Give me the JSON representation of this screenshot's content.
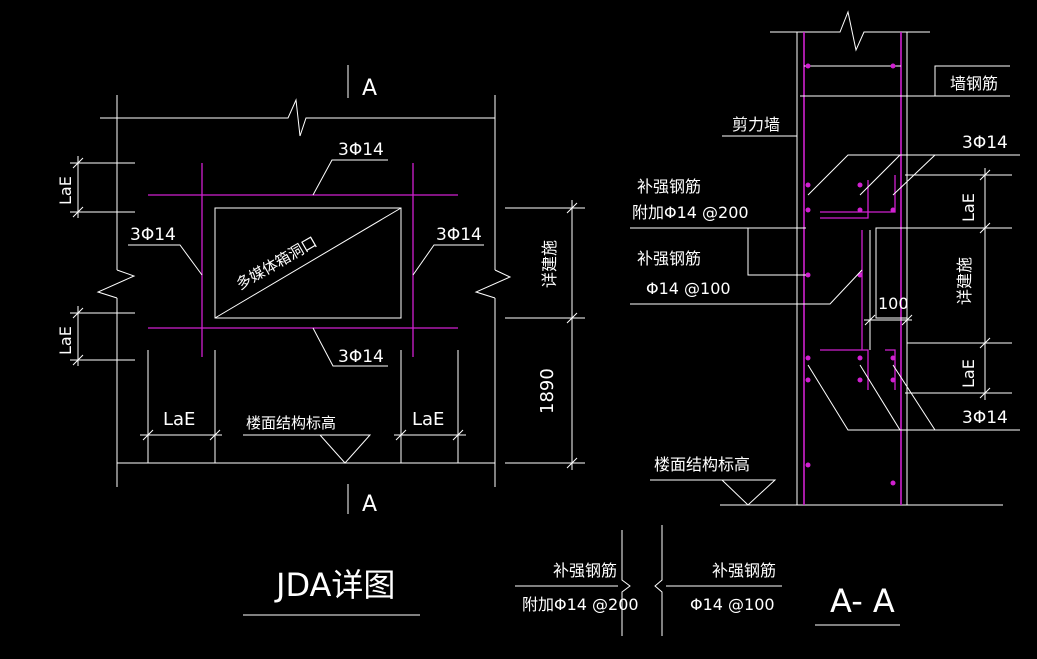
{
  "left_detail": {
    "section_mark_top": "A",
    "section_mark_bottom": "A",
    "bar_top": "3Φ14",
    "bar_bottom": "3Φ14",
    "bar_left": "3Φ14",
    "bar_right": "3Φ14",
    "opening_label": "多媒体箱洞口",
    "lae_left_upper": "LaE",
    "lae_left_lower": "LaE",
    "lae_bottom_left": "LaE",
    "lae_bottom_right": "LaE",
    "floor_label": "楼面结构标高",
    "dim_opening_height": "详建施",
    "dim_sill_height": "1890",
    "title": "JDA详图"
  },
  "section_aa": {
    "wall_rebar_label": "墙钢筋",
    "shear_wall_label": "剪力墙",
    "bar_top": "3Φ14",
    "bar_bottom": "3Φ14",
    "reinf_1_title": "补强钢筋",
    "reinf_1_spec": "附加Φ14 @200",
    "reinf_2_title": "补强钢筋",
    "reinf_2_spec": "Φ14 @100",
    "dim_100": "100",
    "lae_upper": "LaE",
    "lae_lower": "LaE",
    "dim_opening": "详建施",
    "floor_label": "楼面结构标高",
    "title": "A- A"
  },
  "legend": {
    "left_title": "补强钢筋",
    "left_spec": "附加Φ14 @200",
    "right_title": "补强钢筋",
    "right_spec": "Φ14 @100"
  }
}
